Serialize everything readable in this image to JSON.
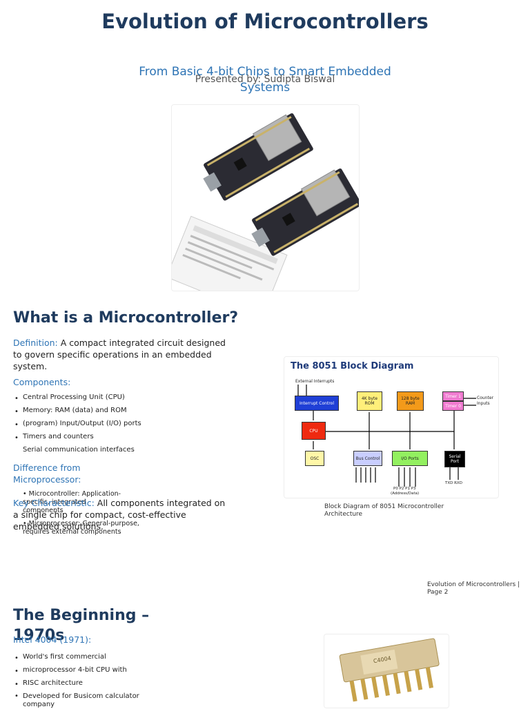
{
  "slide1": {
    "title": "Evolution of Microcontrollers",
    "subtitle": "From Basic 4-bit Chips to Smart Embedded Systems",
    "presenter": "Presented by: Sudipta Biswal"
  },
  "slide2": {
    "heading": "What is a Microcontroller?",
    "definition_label": "Definition:",
    "definition_text": " A compact integrated circuit designed to govern specific operations in an embedded system.",
    "components_label": "Components:",
    "components": [
      "Central Processing Unit (CPU)",
      "Memory: RAM (data) and ROM",
      "(program) Input/Output (I/O) ports",
      "Timers and counters",
      "Serial communication interfaces"
    ],
    "difference_label": "Difference from Microprocessor:",
    "difference_items": [
      "Microcontroller: Application-specific, integrated components",
      "Microprocessor: General-purpose, requires external components"
    ],
    "key_label": "Key Characteristic:",
    "key_text": " All components integrated on a single chip for compact, cost-effective embedded solutions.",
    "diagram": {
      "title": "The 8051 Block Diagram",
      "ext_interrupts": "External Interrupts",
      "interrupt_control": "Interrupt Control",
      "rom": "4K byte ROM",
      "ram": "128 byte RAM",
      "timer1": "Timer 1",
      "timer0": "Timer 0",
      "counter_inputs": "Counter Inputs",
      "cpu": "CPU",
      "osc": "OSC",
      "bus_control": "Bus Control",
      "io_ports": "I/O Ports",
      "serial_port": "Serial Port",
      "ports_label": "P0  P2  P1  P3",
      "address_data": "(Address/Data)",
      "txd_rxd": "TXD RXD"
    },
    "caption": "Block Diagram of 8051 Microcontroller Architecture",
    "footer": "Evolution of Microcontrollers | Page 2"
  },
  "slide3": {
    "heading": "The Beginning – 1970s",
    "intel_label": "Intel 4004 (1971):",
    "bullets": [
      "World's first commercial",
      "microprocessor 4-bit CPU with",
      "RISC architecture",
      "Developed for Busicom calculator company"
    ],
    "chip_text": "C4004"
  },
  "colors": {
    "title": "#1f3b5e",
    "accent": "#2e74b5"
  }
}
